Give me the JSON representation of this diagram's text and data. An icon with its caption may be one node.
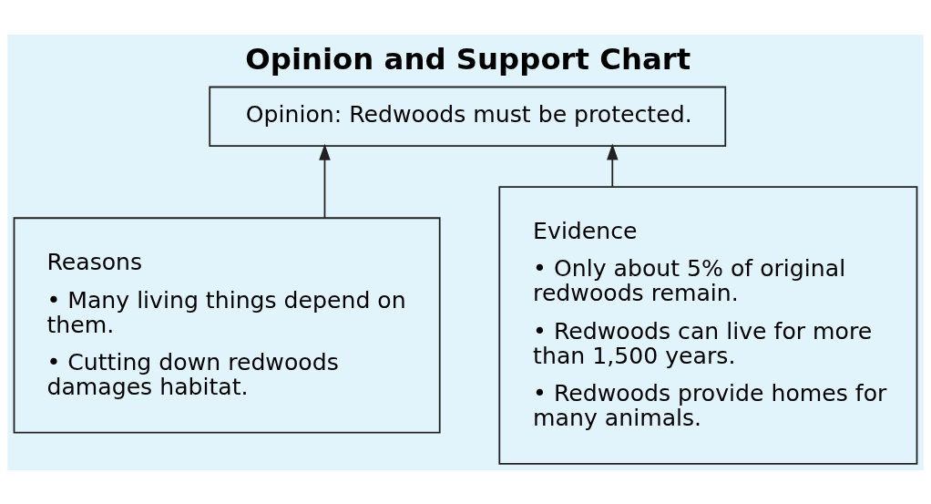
{
  "diagram": {
    "title": "Opinion and Support Chart",
    "nodes": [
      {
        "text": [
          "Opinion: Redwoods must be protected."
        ]
      },
      {
        "text": [
          "Reasons",
          "• Many living things depend on them.",
          "• Cutting down redwoods damages habitat."
        ]
      },
      {
        "text": [
          "Evidence",
          "• Only about 5% of original redwoods remain.",
          "• Redwoods can live for more than 1,500 years.",
          "• Redwoods provide homes for many animals."
        ]
      }
    ],
    "edges": [
      {
        "from": 1,
        "to": 0,
        "arrow": "to"
      },
      {
        "from": 2,
        "to": 0,
        "arrow": "to"
      }
    ]
  }
}
